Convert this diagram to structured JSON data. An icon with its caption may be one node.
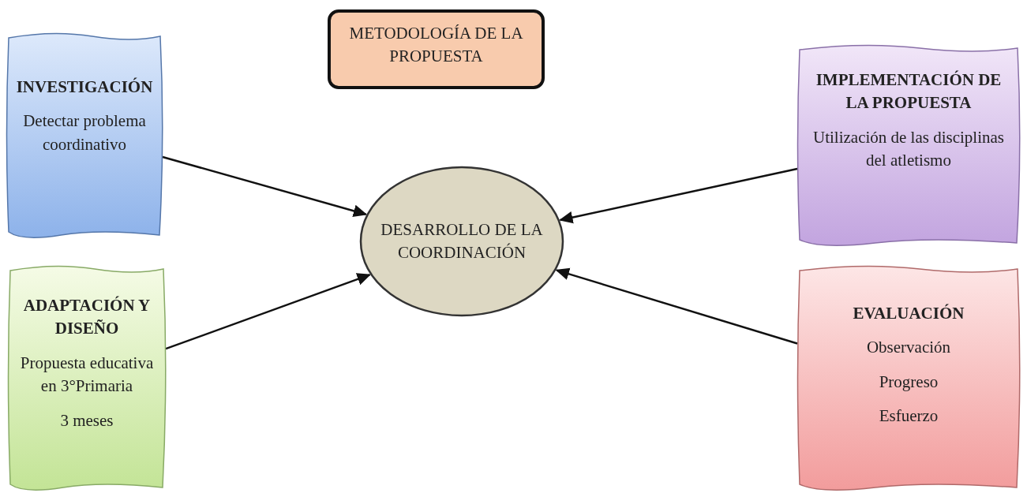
{
  "diagram": {
    "nodes": [
      {
        "text": [
          "METODOLOGÍA DE LA PROPUESTA"
        ]
      },
      {
        "text": [
          "INVESTIGACIÓN",
          "Detectar problema coordinativo"
        ]
      },
      {
        "text": [
          "IMPLEMENTACIÓN DE LA PROPUESTA",
          "Utilización de las disciplinas del atletismo"
        ]
      },
      {
        "text": [
          "DESARROLLO DE LA COORDINACIÓN"
        ]
      },
      {
        "text": [
          "ADAPTACIÓN Y DISEÑO",
          "Propuesta educativa en 3°Primaria",
          "3 meses"
        ]
      },
      {
        "text": [
          "EVALUACIÓN",
          "Observación",
          "Progreso",
          "Esfuerzo"
        ]
      }
    ],
    "edges": [
      {
        "from": 1,
        "to": 3,
        "arrow": "to"
      },
      {
        "from": 2,
        "to": 3,
        "arrow": "to"
      },
      {
        "from": 4,
        "to": 3,
        "arrow": "to"
      },
      {
        "from": 5,
        "to": 3,
        "arrow": "to"
      }
    ]
  }
}
